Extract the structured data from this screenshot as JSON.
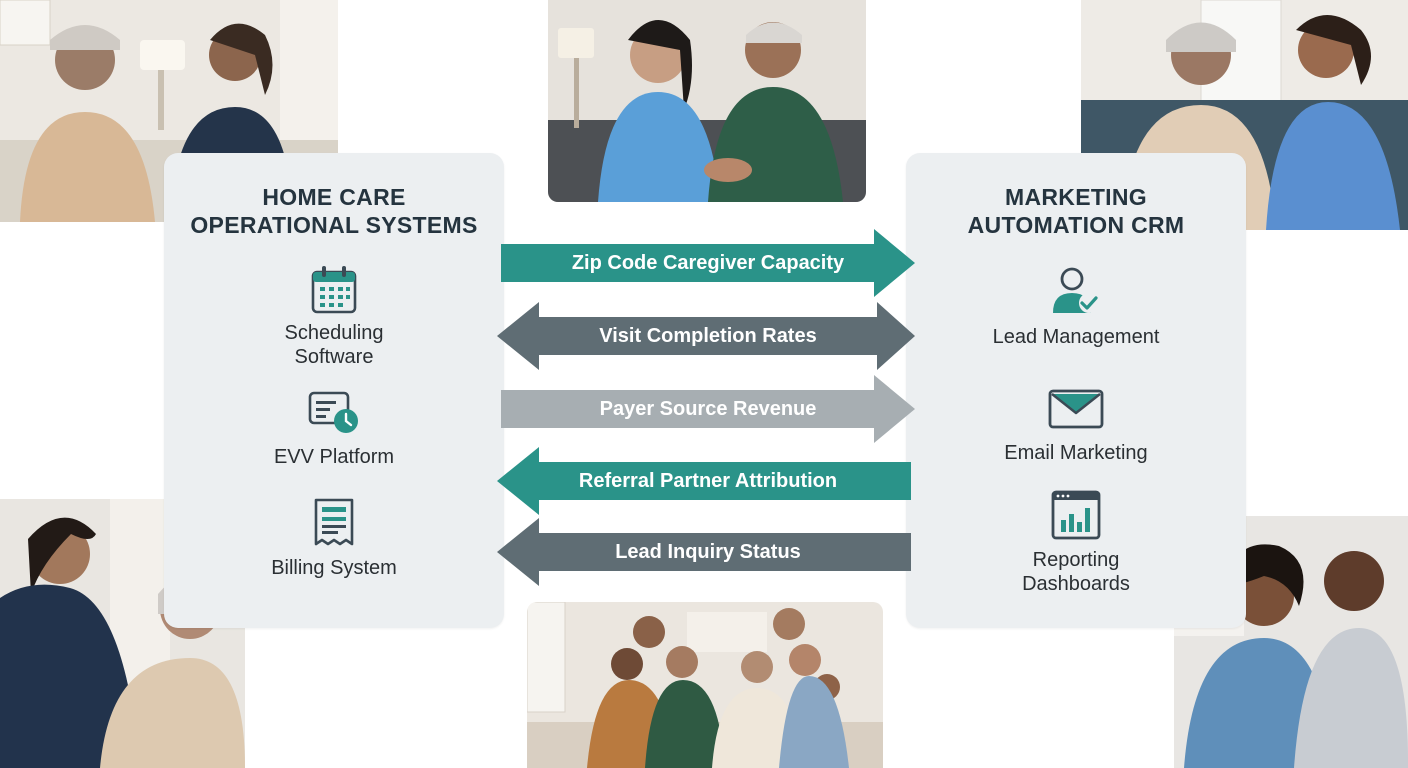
{
  "left_panel": {
    "title_line1": "HOME CARE",
    "title_line2": "OPERATIONAL SYSTEMS",
    "items": [
      {
        "label_line1": "Scheduling",
        "label_line2": "Software",
        "icon": "calendar-icon"
      },
      {
        "label_line1": "EVV Platform",
        "label_line2": "",
        "icon": "evv-clock-icon"
      },
      {
        "label_line1": "Billing System",
        "label_line2": "",
        "icon": "invoice-icon"
      }
    ]
  },
  "right_panel": {
    "title_line1": "MARKETING",
    "title_line2": "AUTOMATION CRM",
    "items": [
      {
        "label_line1": "Lead Management",
        "label_line2": "",
        "icon": "user-check-icon"
      },
      {
        "label_line1": "Email Marketing",
        "label_line2": "",
        "icon": "envelope-icon"
      },
      {
        "label_line1": "Reporting",
        "label_line2": "Dashboards",
        "icon": "dashboard-chart-icon"
      }
    ]
  },
  "flows": [
    {
      "label": "Zip Code Caregiver Capacity",
      "direction": "right",
      "color": "#2a9389"
    },
    {
      "label": "Visit Completion Rates",
      "direction": "both",
      "color": "#5f6d74"
    },
    {
      "label": "Payer Source Revenue",
      "direction": "right",
      "color": "#a7aeb2"
    },
    {
      "label": "Referral Partner Attribution",
      "direction": "left",
      "color": "#2a9389"
    },
    {
      "label": "Lead Inquiry Status",
      "direction": "left",
      "color": "#5f6d74"
    }
  ],
  "colors": {
    "teal": "#2a9389",
    "slate": "#5f6d74",
    "light_gray": "#a7aeb2",
    "panel_bg": "#eceff1",
    "title_text": "#25343f"
  }
}
